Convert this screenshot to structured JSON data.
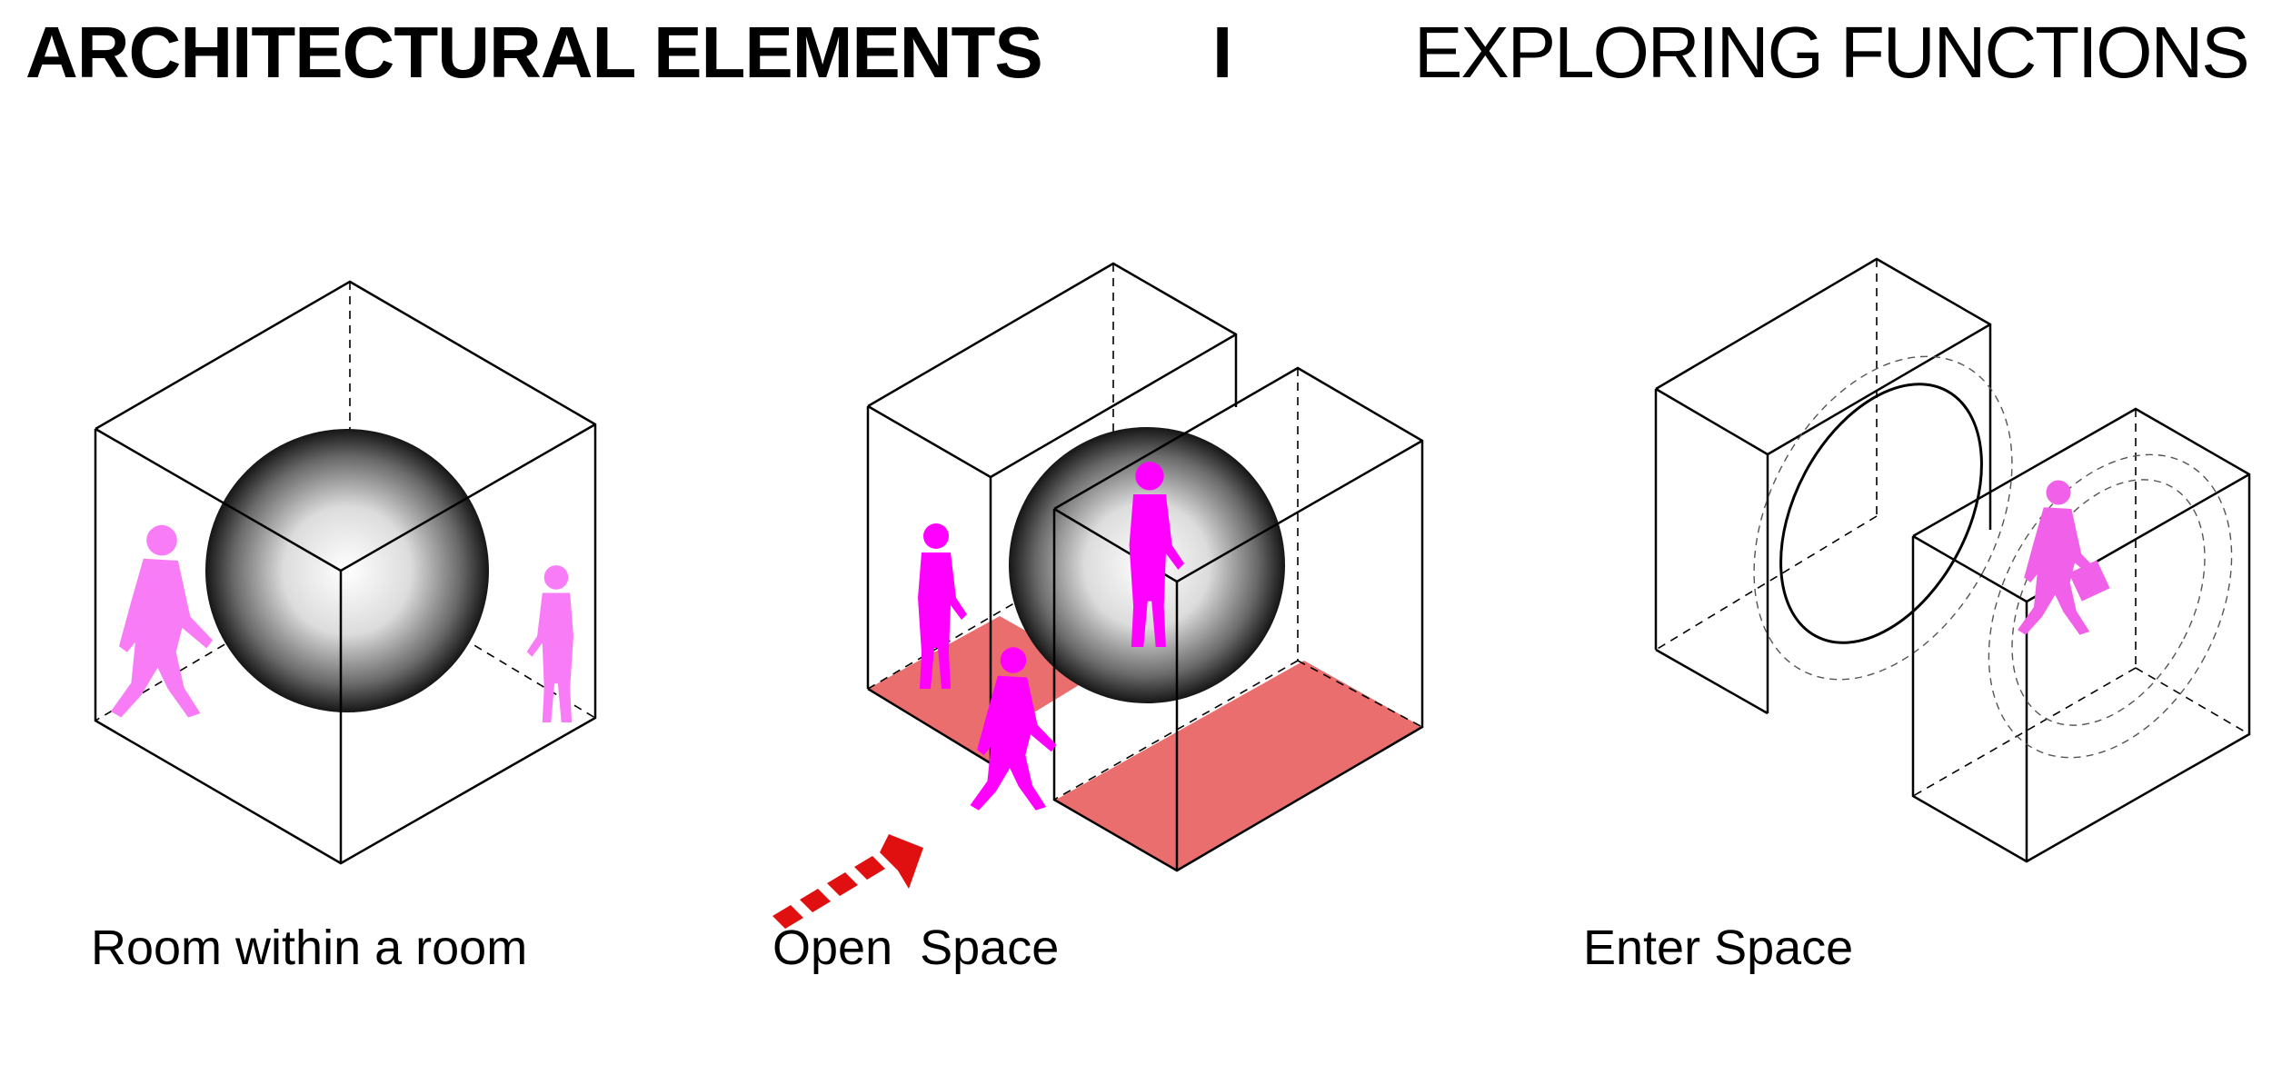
{
  "header": {
    "title_main": "ARCHITECTURAL ELEMENTS",
    "separator": "I",
    "title_secondary": "EXPLORING FUNCTIONS"
  },
  "panels": [
    {
      "caption": "Room within a room"
    },
    {
      "caption": "Open  Space"
    },
    {
      "caption": "Enter Space"
    }
  ],
  "colors": {
    "figure": "#ff00ff",
    "figure_light": "#f97cf7",
    "floor": "#ea6e6e",
    "arrow": "#e01010",
    "line": "#000000"
  },
  "icons": {
    "figures": "person-silhouette",
    "arrow": "entry-arrow-icon"
  }
}
